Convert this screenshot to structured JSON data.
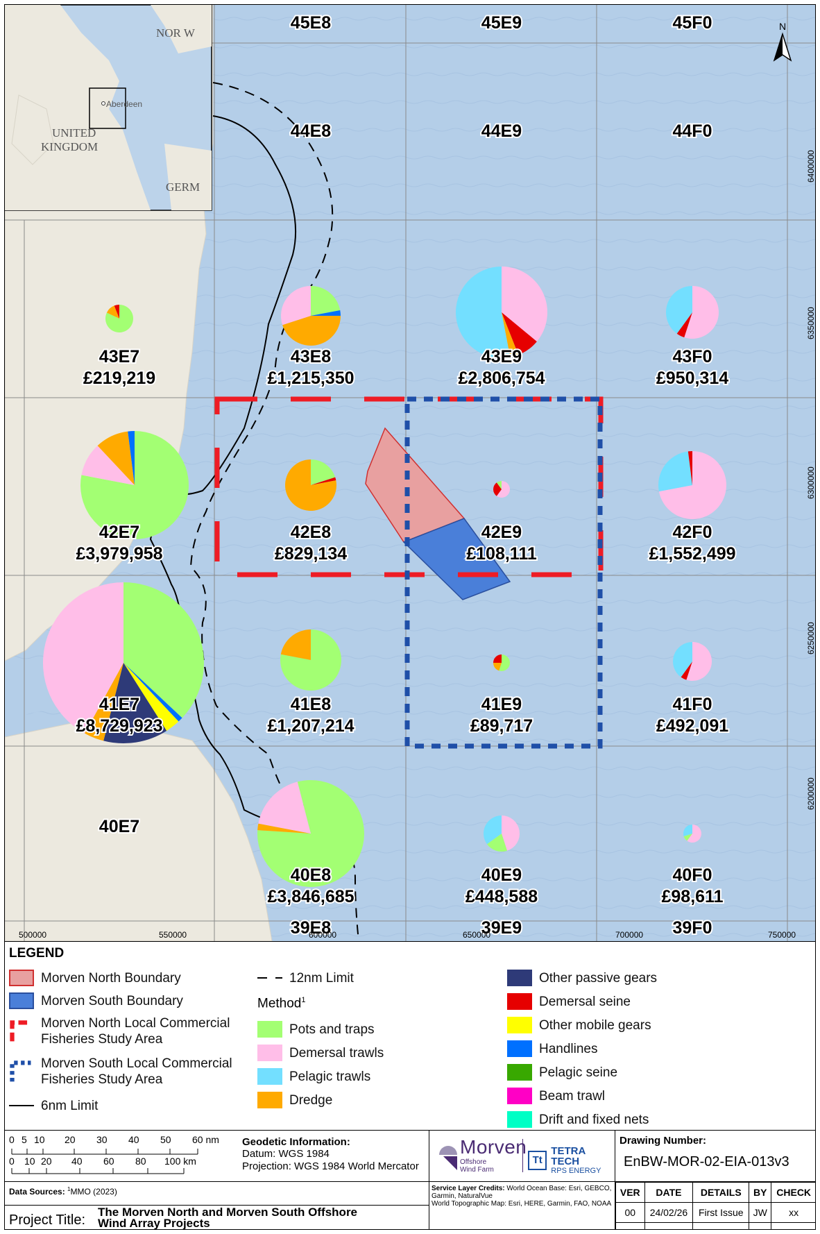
{
  "map": {
    "grid_labels": {
      "45E8": "45E8",
      "45E9": "45E9",
      "45F0": "45F0",
      "44E8": "44E8",
      "44E9": "44E9",
      "44F0": "44F0",
      "43E7": "43E7",
      "43E8": "43E8",
      "43E9": "43E9",
      "43F0": "43F0",
      "42E7": "42E7",
      "42E8": "42E8",
      "42E9": "42E9",
      "42F0": "42F0",
      "41E7": "41E7",
      "41E8": "41E8",
      "41E9": "41E9",
      "41F0": "41F0",
      "40E7": "40E7",
      "40E8": "40E8",
      "40E9": "40E9",
      "40F0": "40F0",
      "39E8": "39E8",
      "39E9": "39E9",
      "39F0": "39F0"
    },
    "values": {
      "43E7": "£219,219",
      "43E8": "£1,215,350",
      "43E9": "£2,806,754",
      "43F0": "£950,314",
      "42E7": "£3,979,958",
      "42E8": "£829,134",
      "42E9": "£108,111",
      "42F0": "£1,552,499",
      "41E7": "£8,729,923",
      "41E8": "£1,207,214",
      "41E9": "£89,717",
      "41F0": "£492,091",
      "40E8": "£3,846,685",
      "40E9": "£448,588",
      "40F0": "£98,611"
    },
    "x_ticks": [
      "500000",
      "550000",
      "600000",
      "650000",
      "700000",
      "750000"
    ],
    "y_ticks": [
      "6400000",
      "6350000",
      "6300000",
      "6250000",
      "6200000"
    ],
    "north_label": "N",
    "inset": {
      "norway": "NOR W",
      "uk": "UNITED KINGDOM",
      "germany": "GERM",
      "city": "Aberdeen"
    }
  },
  "colors": {
    "pots": "#a3ff73",
    "dem_trawl": "#ffbee8",
    "pel_trawl": "#73dfff",
    "dredge": "#ffaa00",
    "passive": "#2e3a78",
    "dem_seine": "#e60000",
    "mobile": "#ffff00",
    "handlines": "#0070ff",
    "pel_seine": "#38a800",
    "beam": "#ff00c5",
    "drift": "#00ffc5",
    "north": "#e8a0a0",
    "south": "#4a7fd9",
    "sea": "#b4cee8",
    "land": "#ece9df"
  },
  "legend": {
    "title": "LEGEND",
    "north_boundary": "Morven North Boundary",
    "south_boundary": "Morven South Boundary",
    "north_study_1": "Morven North Local Commercial",
    "north_study_2": "Fisheries Study Area",
    "south_study_1": "Morven South Local Commercial",
    "south_study_2": "Fisheries Study Area",
    "limit6": "6nm Limit",
    "limit12": "12nm Limit",
    "method": "Method",
    "method_sup": "1",
    "pots": "Pots and traps",
    "dem_trawl": "Demersal trawls",
    "pel_trawl": "Pelagic trawls",
    "dredge": "Dredge",
    "passive": "Other passive gears",
    "dem_seine": "Demersal seine",
    "mobile": "Other mobile gears",
    "handlines": "Handlines",
    "pel_seine": "Pelagic seine",
    "beam": "Beam trawl",
    "drift": "Drift and fixed nets"
  },
  "title_block": {
    "scale_nm": [
      "0",
      "5",
      "10",
      "20",
      "30",
      "40",
      "50",
      "60 nm"
    ],
    "scale_km": [
      "0",
      "10",
      "20",
      "40",
      "60",
      "80",
      "100 km"
    ],
    "geo_title": "Geodetic Information:",
    "datum": "Datum: WGS 1984",
    "projection": "Projection: WGS 1984 World Mercator",
    "logo_name": "Morven",
    "logo_sub1": "Offshore",
    "logo_sub2": "Wind Farm",
    "tt_name": "TETRA TECH",
    "tt_sub": "RPS ENERGY",
    "drawing_label": "Drawing Number:",
    "drawing_number": "EnBW-MOR-02-EIA-013v3",
    "data_sources_label": "Data Sources:",
    "data_sources_sup": "1",
    "data_sources": "MMO (2023)",
    "credits_label": "Service Layer Credits:",
    "credits": "World Ocean Base: Esri, GEBCO, Garmin, NaturalVue",
    "credits2": "World Topographic Map: Esri, HERE, Garmin, FAO, NOAA",
    "project_label": "Project Title:",
    "project_line1": "The Morven North and Morven South Offshore",
    "project_line2": "Wind Array Projects",
    "rev_headers": [
      "VER",
      "DATE",
      "DETAILS",
      "BY",
      "CHECK"
    ],
    "rev_row": [
      "00",
      "24/02/26",
      "First Issue",
      "JW",
      "xx"
    ]
  }
}
